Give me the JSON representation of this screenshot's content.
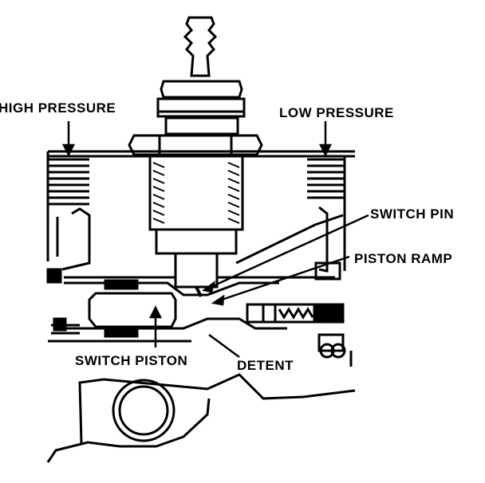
{
  "labels": {
    "high_pressure": "HIGH PRESSURE",
    "low_pressure": "LOW PRESSURE",
    "switch_pin": "SWITCH PIN",
    "piston_ramp": "PISTON RAMP",
    "switch_piston": "SWITCH PISTON",
    "detent": "DETENT"
  },
  "colors": {
    "ink": "#000000",
    "paper": "#ffffff"
  }
}
